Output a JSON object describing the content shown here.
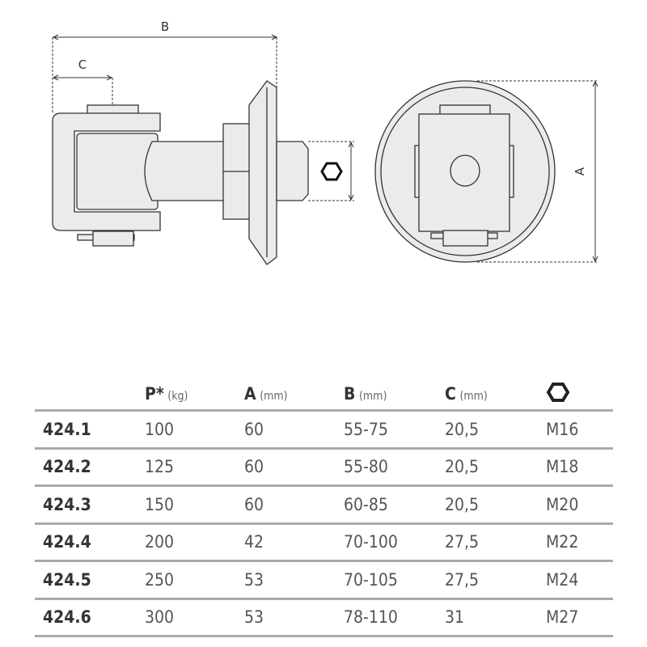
{
  "drawing": {
    "labels": {
      "b": "B",
      "c": "C",
      "a": "A"
    },
    "hex_icon": "hexagon-icon"
  },
  "table": {
    "headers": [
      {
        "key": "",
        "unit": ""
      },
      {
        "key": "P*",
        "unit": "(kg)"
      },
      {
        "key": "A",
        "unit": "(mm)"
      },
      {
        "key": "B",
        "unit": "(mm)"
      },
      {
        "key": "C",
        "unit": "(mm)"
      },
      {
        "key": "",
        "unit": "",
        "icon": "hexagon-icon"
      }
    ],
    "rows": [
      [
        "424.1",
        "100",
        "60",
        "55-75",
        "20,5",
        "M16"
      ],
      [
        "424.2",
        "125",
        "60",
        "55-80",
        "20,5",
        "M18"
      ],
      [
        "424.3",
        "150",
        "60",
        "60-85",
        "20,5",
        "M20"
      ],
      [
        "424.4",
        "200",
        "42",
        "70-100",
        "27,5",
        "M22"
      ],
      [
        "424.5",
        "250",
        "53",
        "70-105",
        "27,5",
        "M24"
      ],
      [
        "424.6",
        "300",
        "53",
        "78-110",
        "31",
        "M27"
      ]
    ]
  },
  "colors": {
    "part_fill": "#ebebeb",
    "stroke": "#333333",
    "rule": "#aaaaaa"
  }
}
